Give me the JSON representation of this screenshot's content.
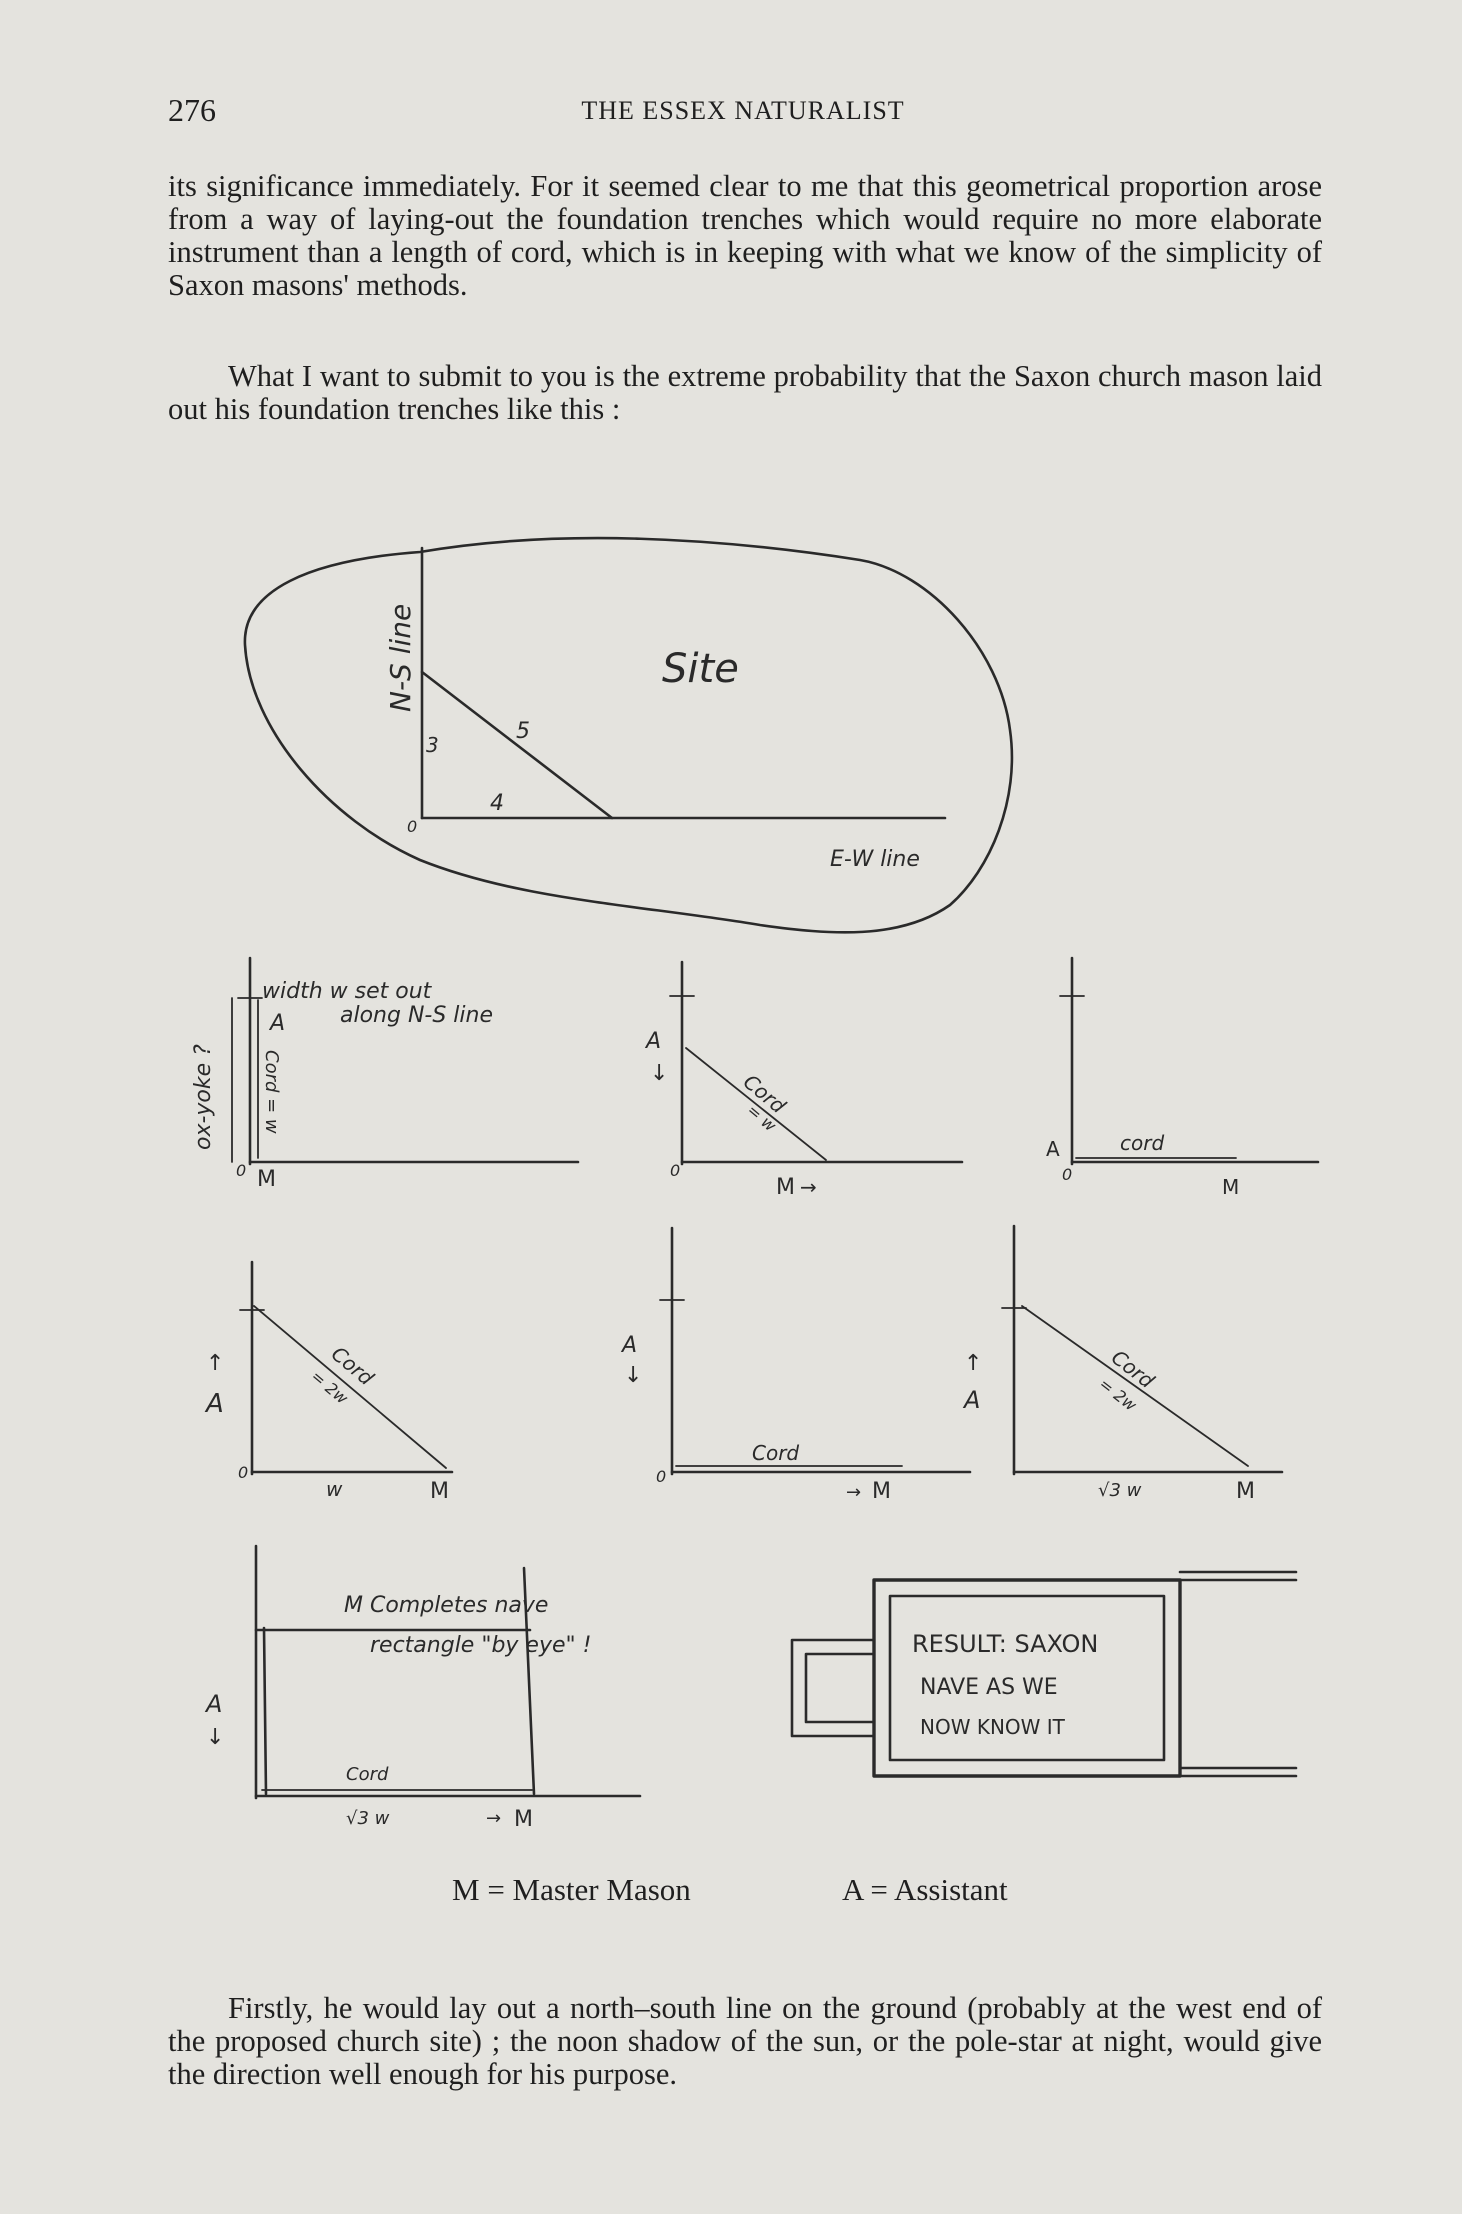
{
  "header": {
    "page_number": "276",
    "running_head": "THE ESSEX NATURALIST"
  },
  "body": {
    "para1": "its significance immediately. For it seemed clear to me that this geometrical proportion arose from a way of laying-out the foundation trenches which would require no more elaborate instrument than a length of cord, which is in keeping with what we know of the simplicity of Saxon masons' methods.",
    "para2": "What I want to submit to you is the extreme probability that the Saxon church mason laid out his foundation trenches like this :",
    "para3": "Firstly, he would lay out a north–south line on the ground (probably at the west end of the proposed church site) ; the noon shadow of the sun, or the pole-star at night, would give the direction well enough for his purpose."
  },
  "figure": {
    "site": {
      "ns_label": "N-S line",
      "ew_label": "E-W line",
      "site_label": "Site",
      "side3": "3",
      "side4": "4",
      "side5": "5",
      "origin": "0"
    },
    "step1": {
      "ox_yoke": "ox-yoke ?",
      "width_note_1": "width w set out",
      "width_note_2": "along N-S line",
      "cord_w": "Cord = w",
      "a": "A",
      "m": "M",
      "origin": "0"
    },
    "step2": {
      "a": "A",
      "cord": "Cord",
      "eq": "= w",
      "m": "M",
      "origin": "0"
    },
    "step3": {
      "a": "A",
      "cord": "cord",
      "m": "M",
      "origin": "0"
    },
    "step4": {
      "a": "A",
      "cord": "Cord",
      "eq": "= 2w",
      "w": "w",
      "m": "M",
      "origin": "0"
    },
    "step5": {
      "a": "A",
      "cord": "Cord",
      "m": "M",
      "origin": "0"
    },
    "step6": {
      "a": "A",
      "cord": "Cord",
      "eq": "= 2w",
      "sqrt": "√3 w",
      "m": "M"
    },
    "step7": {
      "note1": "M Completes nave",
      "note2": "rectangle \"by eye\" !",
      "a": "A",
      "cord": "Cord",
      "sqrt": "√3 w",
      "m": "M"
    },
    "result": {
      "line1": "RESULT: SAXON",
      "line2": "NAVE AS WE",
      "line3": "NOW KNOW IT"
    }
  },
  "legend": {
    "m": "M = Master Mason",
    "a": "A = Assistant"
  }
}
